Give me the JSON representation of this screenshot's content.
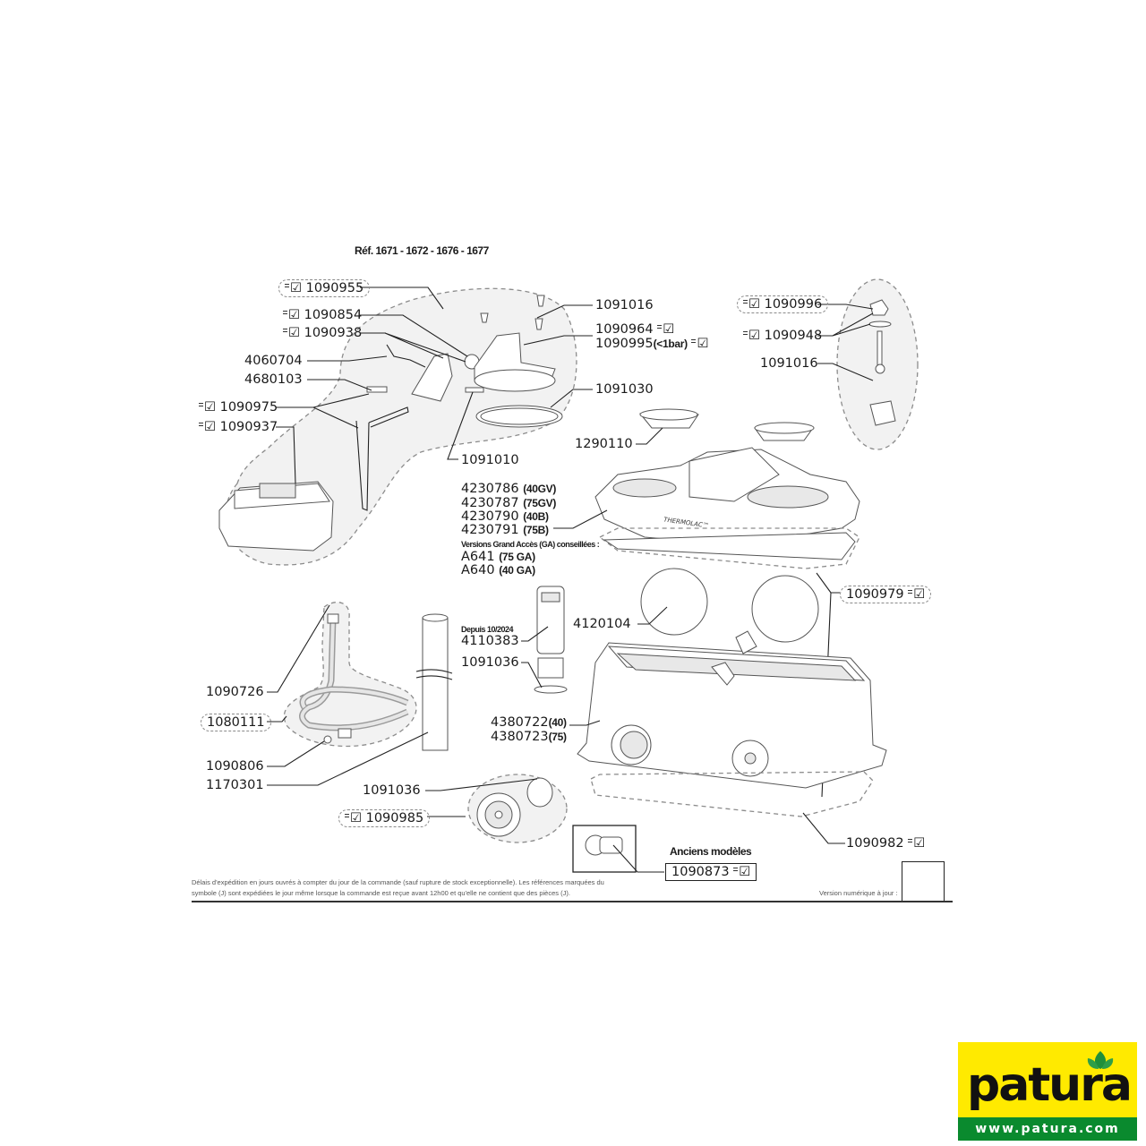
{
  "title": "Réf. 1671 - 1672 - 1676 - 1677",
  "icons": {
    "express": "express-shipping-J-icon"
  },
  "parts": {
    "p1090955": {
      "ref": "1090955",
      "express": true,
      "dashed_box": true
    },
    "p1090854": {
      "ref": "1090854",
      "express": true
    },
    "p1090938": {
      "ref": "1090938",
      "express": true
    },
    "p4060704": {
      "ref": "4060704"
    },
    "p4680103": {
      "ref": "4680103"
    },
    "p1090975": {
      "ref": "1090975",
      "express": true
    },
    "p1090937": {
      "ref": "1090937",
      "express": true
    },
    "p1091016a": {
      "ref": "1091016"
    },
    "p1090964": {
      "ref": "1090964",
      "express": true
    },
    "p1090995": {
      "ref": "1090995",
      "note": "(<1bar)",
      "express": true
    },
    "p1091030": {
      "ref": "1091030"
    },
    "p1290110": {
      "ref": "1290110"
    },
    "p1091010": {
      "ref": "1091010"
    },
    "p1090996": {
      "ref": "1090996",
      "express": true,
      "dashed_box": true
    },
    "p1090948": {
      "ref": "1090948",
      "express": true
    },
    "p1091016b": {
      "ref": "1091016"
    },
    "p4230786": {
      "ref": "4230786",
      "note": "(40GV)"
    },
    "p4230787": {
      "ref": "4230787",
      "note": "(75GV)"
    },
    "p4230790": {
      "ref": "4230790",
      "note": "(40B)"
    },
    "p4230791": {
      "ref": "4230791",
      "note": "(75B)"
    },
    "ga_heading": "Versions Grand Accès (GA) conseillées :",
    "pA641": {
      "ref": "A641",
      "note": "(75 GA)"
    },
    "pA640": {
      "ref": "A640",
      "note": "(40 GA)"
    },
    "p1090979": {
      "ref": "1090979",
      "express": true,
      "dashed_box": true
    },
    "p4120104": {
      "ref": "4120104"
    },
    "depuis": "Depuis 10/2024",
    "p4110383": {
      "ref": "4110383"
    },
    "p1091036a": {
      "ref": "1091036"
    },
    "p1090726": {
      "ref": "1090726"
    },
    "p1080111": {
      "ref": "1080111",
      "dashed_box": true
    },
    "p1090806": {
      "ref": "1090806"
    },
    "p1170301": {
      "ref": "1170301"
    },
    "p4380722": {
      "ref": "4380722",
      "note": "(40)"
    },
    "p4380723": {
      "ref": "4380723",
      "note": "(75)"
    },
    "p1091036b": {
      "ref": "1091036"
    },
    "p1090985": {
      "ref": "1090985",
      "express": true,
      "dashed_box": true
    },
    "p1090982": {
      "ref": "1090982",
      "express": true
    },
    "anciens": "Anciens modèles",
    "p1090873": {
      "ref": "1090873",
      "express": true,
      "boxed": true
    }
  },
  "product_label": "THERMOLAC™",
  "footer": {
    "line1": "Délais d'expédition en jours ouvrés à compter du jour de la commande (sauf rupture de stock exceptionnelle). Les références marquées du",
    "line2": "symbole (J) sont expédiées le jour même lorsque la commande est reçue avant 12h00 et qu'elle ne contient que des pièces (J).",
    "version": "Version numérique à jour :"
  },
  "logo": {
    "word": "patura",
    "url": "www.patura.com",
    "bg": "#ffea00",
    "url_bg": "#0a8a2e"
  }
}
